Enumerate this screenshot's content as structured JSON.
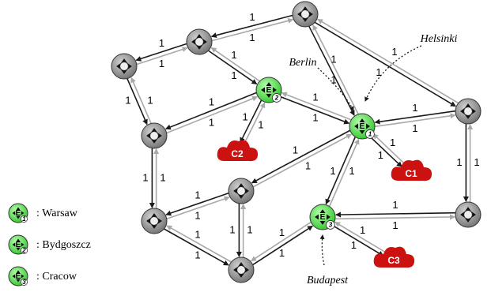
{
  "colors": {
    "router_fill": "#8f8f8f",
    "edge_fill": "#5ee85a",
    "cloud_fill": "#cc1111",
    "link_dark": "#1a1a1a",
    "link_light": "#a8a8a8"
  },
  "legend": [
    {
      "index": "1",
      "label": ": Warsaw"
    },
    {
      "index": "2",
      "label": ": Bydgoszcz"
    },
    {
      "index": "3",
      "label": ": Cracow"
    }
  ],
  "node_letter": "E",
  "link_weight": "1",
  "clouds": [
    {
      "id": "c1",
      "label": "C1"
    },
    {
      "id": "c2",
      "label": "C2"
    },
    {
      "id": "c3",
      "label": "C3"
    }
  ],
  "cities": [
    {
      "id": "helsinki",
      "label": "Helsinki"
    },
    {
      "id": "berlin",
      "label": "Berlin"
    },
    {
      "id": "budapest",
      "label": "Budapest"
    }
  ]
}
